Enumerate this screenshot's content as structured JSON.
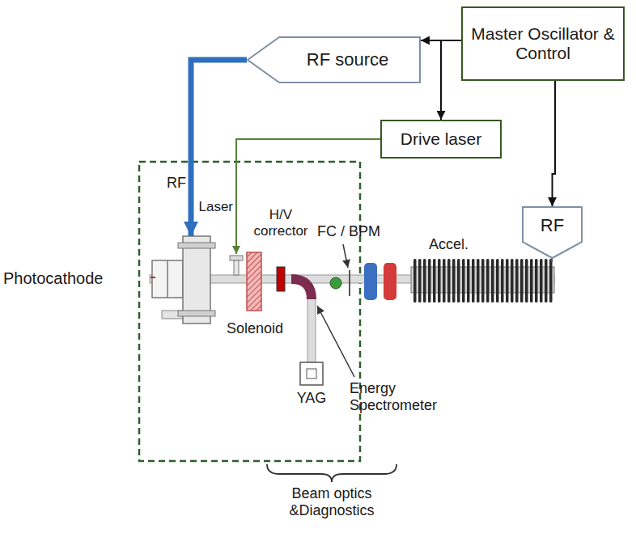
{
  "diagram": {
    "nodes": [
      {
        "text": [
          "RF source"
        ]
      },
      {
        "text": [
          "Master Oscillator & Control"
        ]
      },
      {
        "text": [
          "Drive laser"
        ]
      },
      {
        "text": [
          "RF"
        ]
      }
    ],
    "edges": [
      {
        "from": 1,
        "to": 0,
        "arrow": "to"
      },
      {
        "from": 1,
        "to": 2,
        "arrow": "to"
      },
      {
        "from": 1,
        "to": 3,
        "arrow": "to"
      }
    ],
    "labels": [
      "RF",
      "Laser",
      "H/V corrector",
      "FC / BPM",
      "Photocathode",
      "Solenoid",
      "YAG",
      "Energy Spectrometer",
      "Accel.",
      "Beam optics &Diagnostics"
    ]
  }
}
